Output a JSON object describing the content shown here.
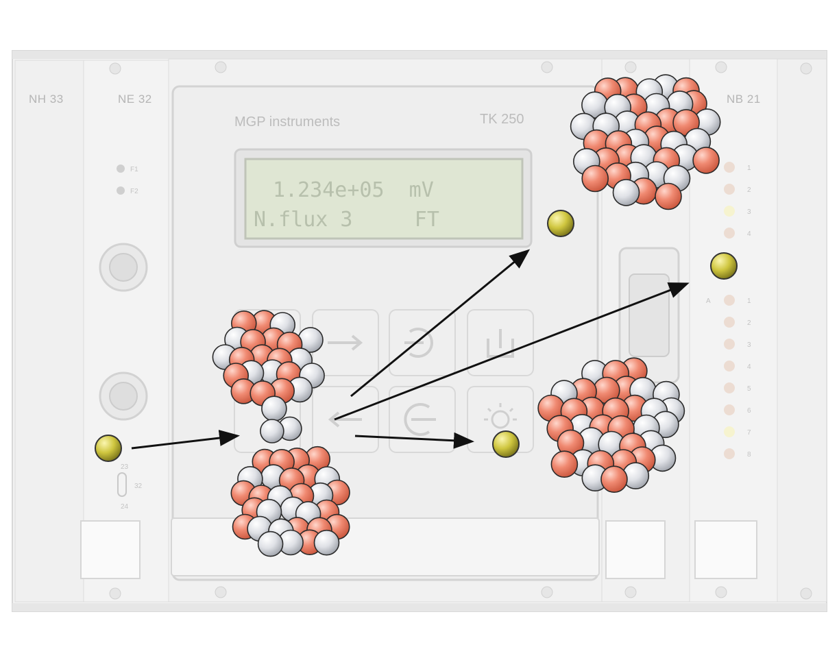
{
  "rack": {
    "module_labels": {
      "left1": "NH 33",
      "left2": "NE 32",
      "right": "NB 21"
    },
    "front_panel": {
      "brand": "MGP instruments",
      "model": "TK 250"
    },
    "display": {
      "line1": "1.234e+05  mV",
      "line2": "N.flux 3     FT"
    },
    "left_module": {
      "indicator_labels": [
        "F1",
        "F2"
      ],
      "switch_labels": [
        "23",
        "32",
        "24"
      ]
    },
    "right_module": {
      "led_group_a": [
        "1",
        "2",
        "3",
        "4"
      ],
      "led_group_b_marker": "A",
      "led_group_b": [
        "1",
        "2",
        "3",
        "4",
        "5",
        "6",
        "7",
        "8"
      ]
    }
  },
  "colors": {
    "proton": "#f08a72",
    "neutron": "#e2e4e8",
    "neutron_ball": "#c8c03a",
    "arrow": "#111111",
    "panel": "#efefef"
  },
  "icons": [
    "arrow-right-icon",
    "arrow-left-icon",
    "rotate-icon",
    "power-icon",
    "exit-icon",
    "brightness-icon"
  ]
}
